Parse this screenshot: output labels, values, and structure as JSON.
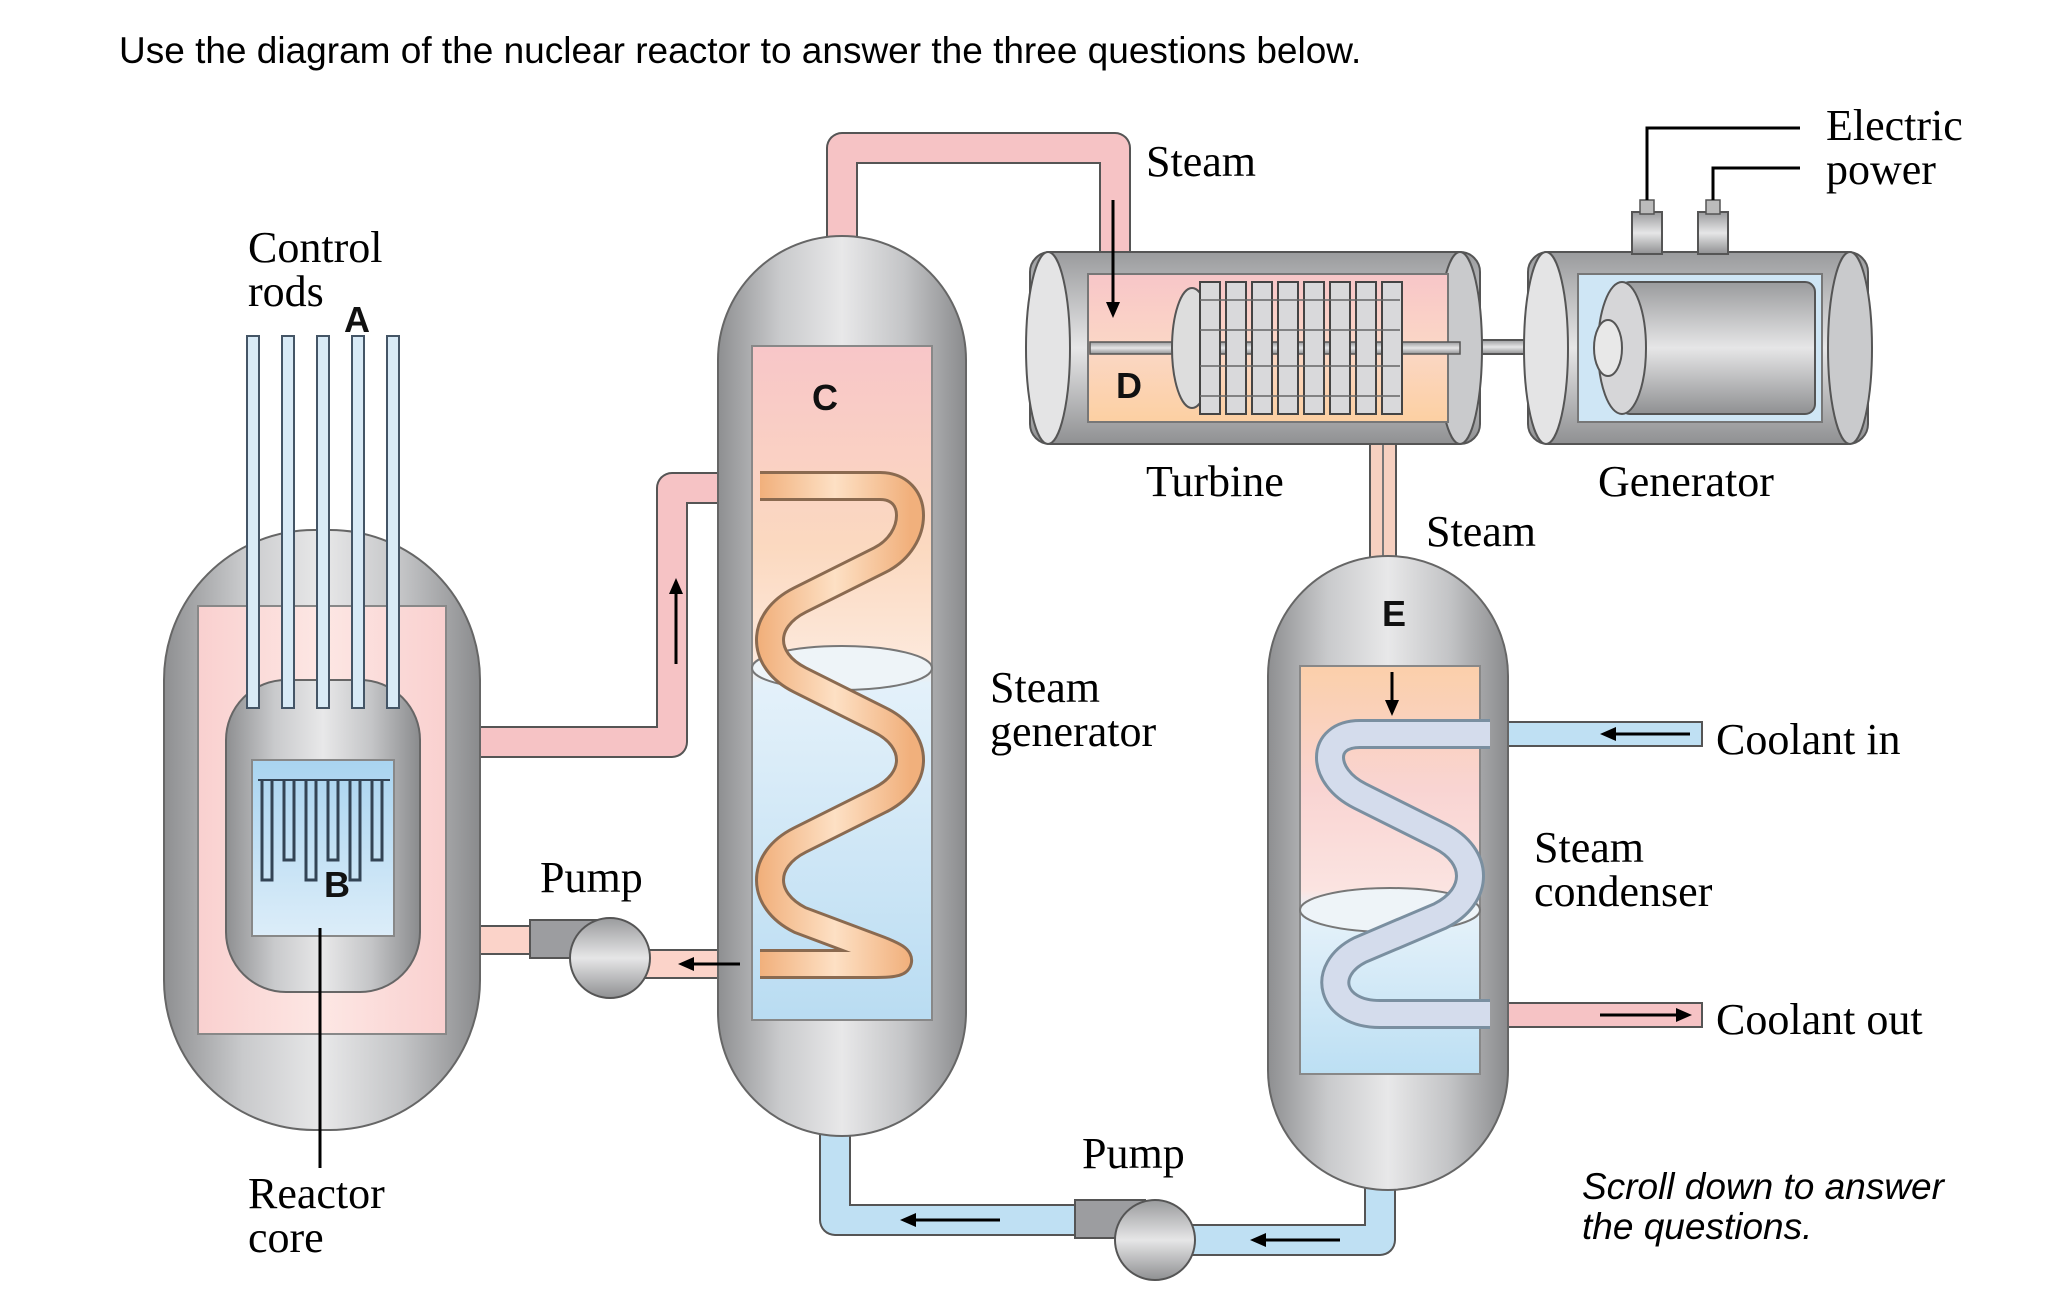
{
  "instruction": "Use the diagram of the nuclear reactor to answer the three questions below.",
  "scroll_note": {
    "line1": "Scroll down to answer",
    "line2": "the questions."
  },
  "labels": {
    "control_rods": {
      "line1": "Control",
      "line2": "rods"
    },
    "reactor_core": {
      "line1": "Reactor",
      "line2": "core"
    },
    "pump_left": "Pump",
    "pump_bottom": "Pump",
    "steam_top": "Steam",
    "steam_mid": "Steam",
    "steam_generator": {
      "line1": "Steam",
      "line2": "generator"
    },
    "turbine": "Turbine",
    "generator": "Generator",
    "electric_power": {
      "line1": "Electric",
      "line2": "power"
    },
    "steam_condenser": {
      "line1": "Steam",
      "line2": "condenser"
    },
    "coolant_in": "Coolant in",
    "coolant_out": "Coolant out"
  },
  "letters": {
    "a": "A",
    "b": "B",
    "c": "C",
    "d": "D",
    "e": "E"
  },
  "colors": {
    "hot_pipe": "#f6c3c5",
    "cold_pipe": "#bfe0f3",
    "vessel_gray": "#b8b9bb",
    "coil_orange": "#f7c69a"
  }
}
